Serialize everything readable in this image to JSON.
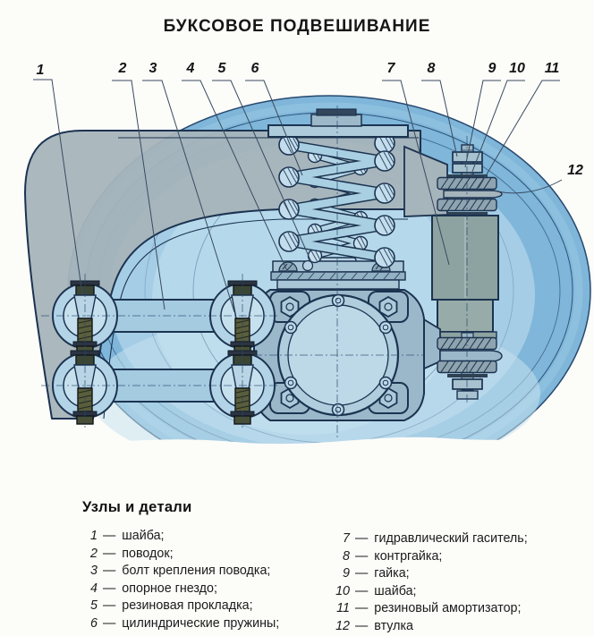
{
  "title": "БУКСОВОЕ ПОДВЕШИВАНИЕ",
  "legend": {
    "heading": "Узлы и детали",
    "dash": "—",
    "left": [
      {
        "n": "1",
        "text": "шайба;"
      },
      {
        "n": "2",
        "text": "поводок;"
      },
      {
        "n": "3",
        "text": "болт крепления поводка;"
      },
      {
        "n": "4",
        "text": "опорное гнездо;"
      },
      {
        "n": "5",
        "text": "резиновая прокладка;"
      },
      {
        "n": "6",
        "text": "цилиндрические пружины;"
      }
    ],
    "right": [
      {
        "n": "7",
        "text": "гидравлический гаситель;"
      },
      {
        "n": "8",
        "text": "контргайка;"
      },
      {
        "n": "9",
        "text": "гайка;"
      },
      {
        "n": "10",
        "text": "шайба;"
      },
      {
        "n": "11",
        "text": "резиновый амортизатор;"
      },
      {
        "n": "12",
        "text": "втулка"
      }
    ]
  },
  "callouts": [
    "1",
    "2",
    "3",
    "4",
    "5",
    "6",
    "7",
    "8",
    "9",
    "10",
    "11",
    "12"
  ],
  "colors": {
    "wheel_blue": "#85bbdc",
    "wheel_light": "#b7d9ea",
    "frame_gray": "#a6b4bb",
    "damper_gray": "#8da3a2",
    "line_navy": "#1c3350",
    "bolt_olive": "#5a5e3c"
  }
}
